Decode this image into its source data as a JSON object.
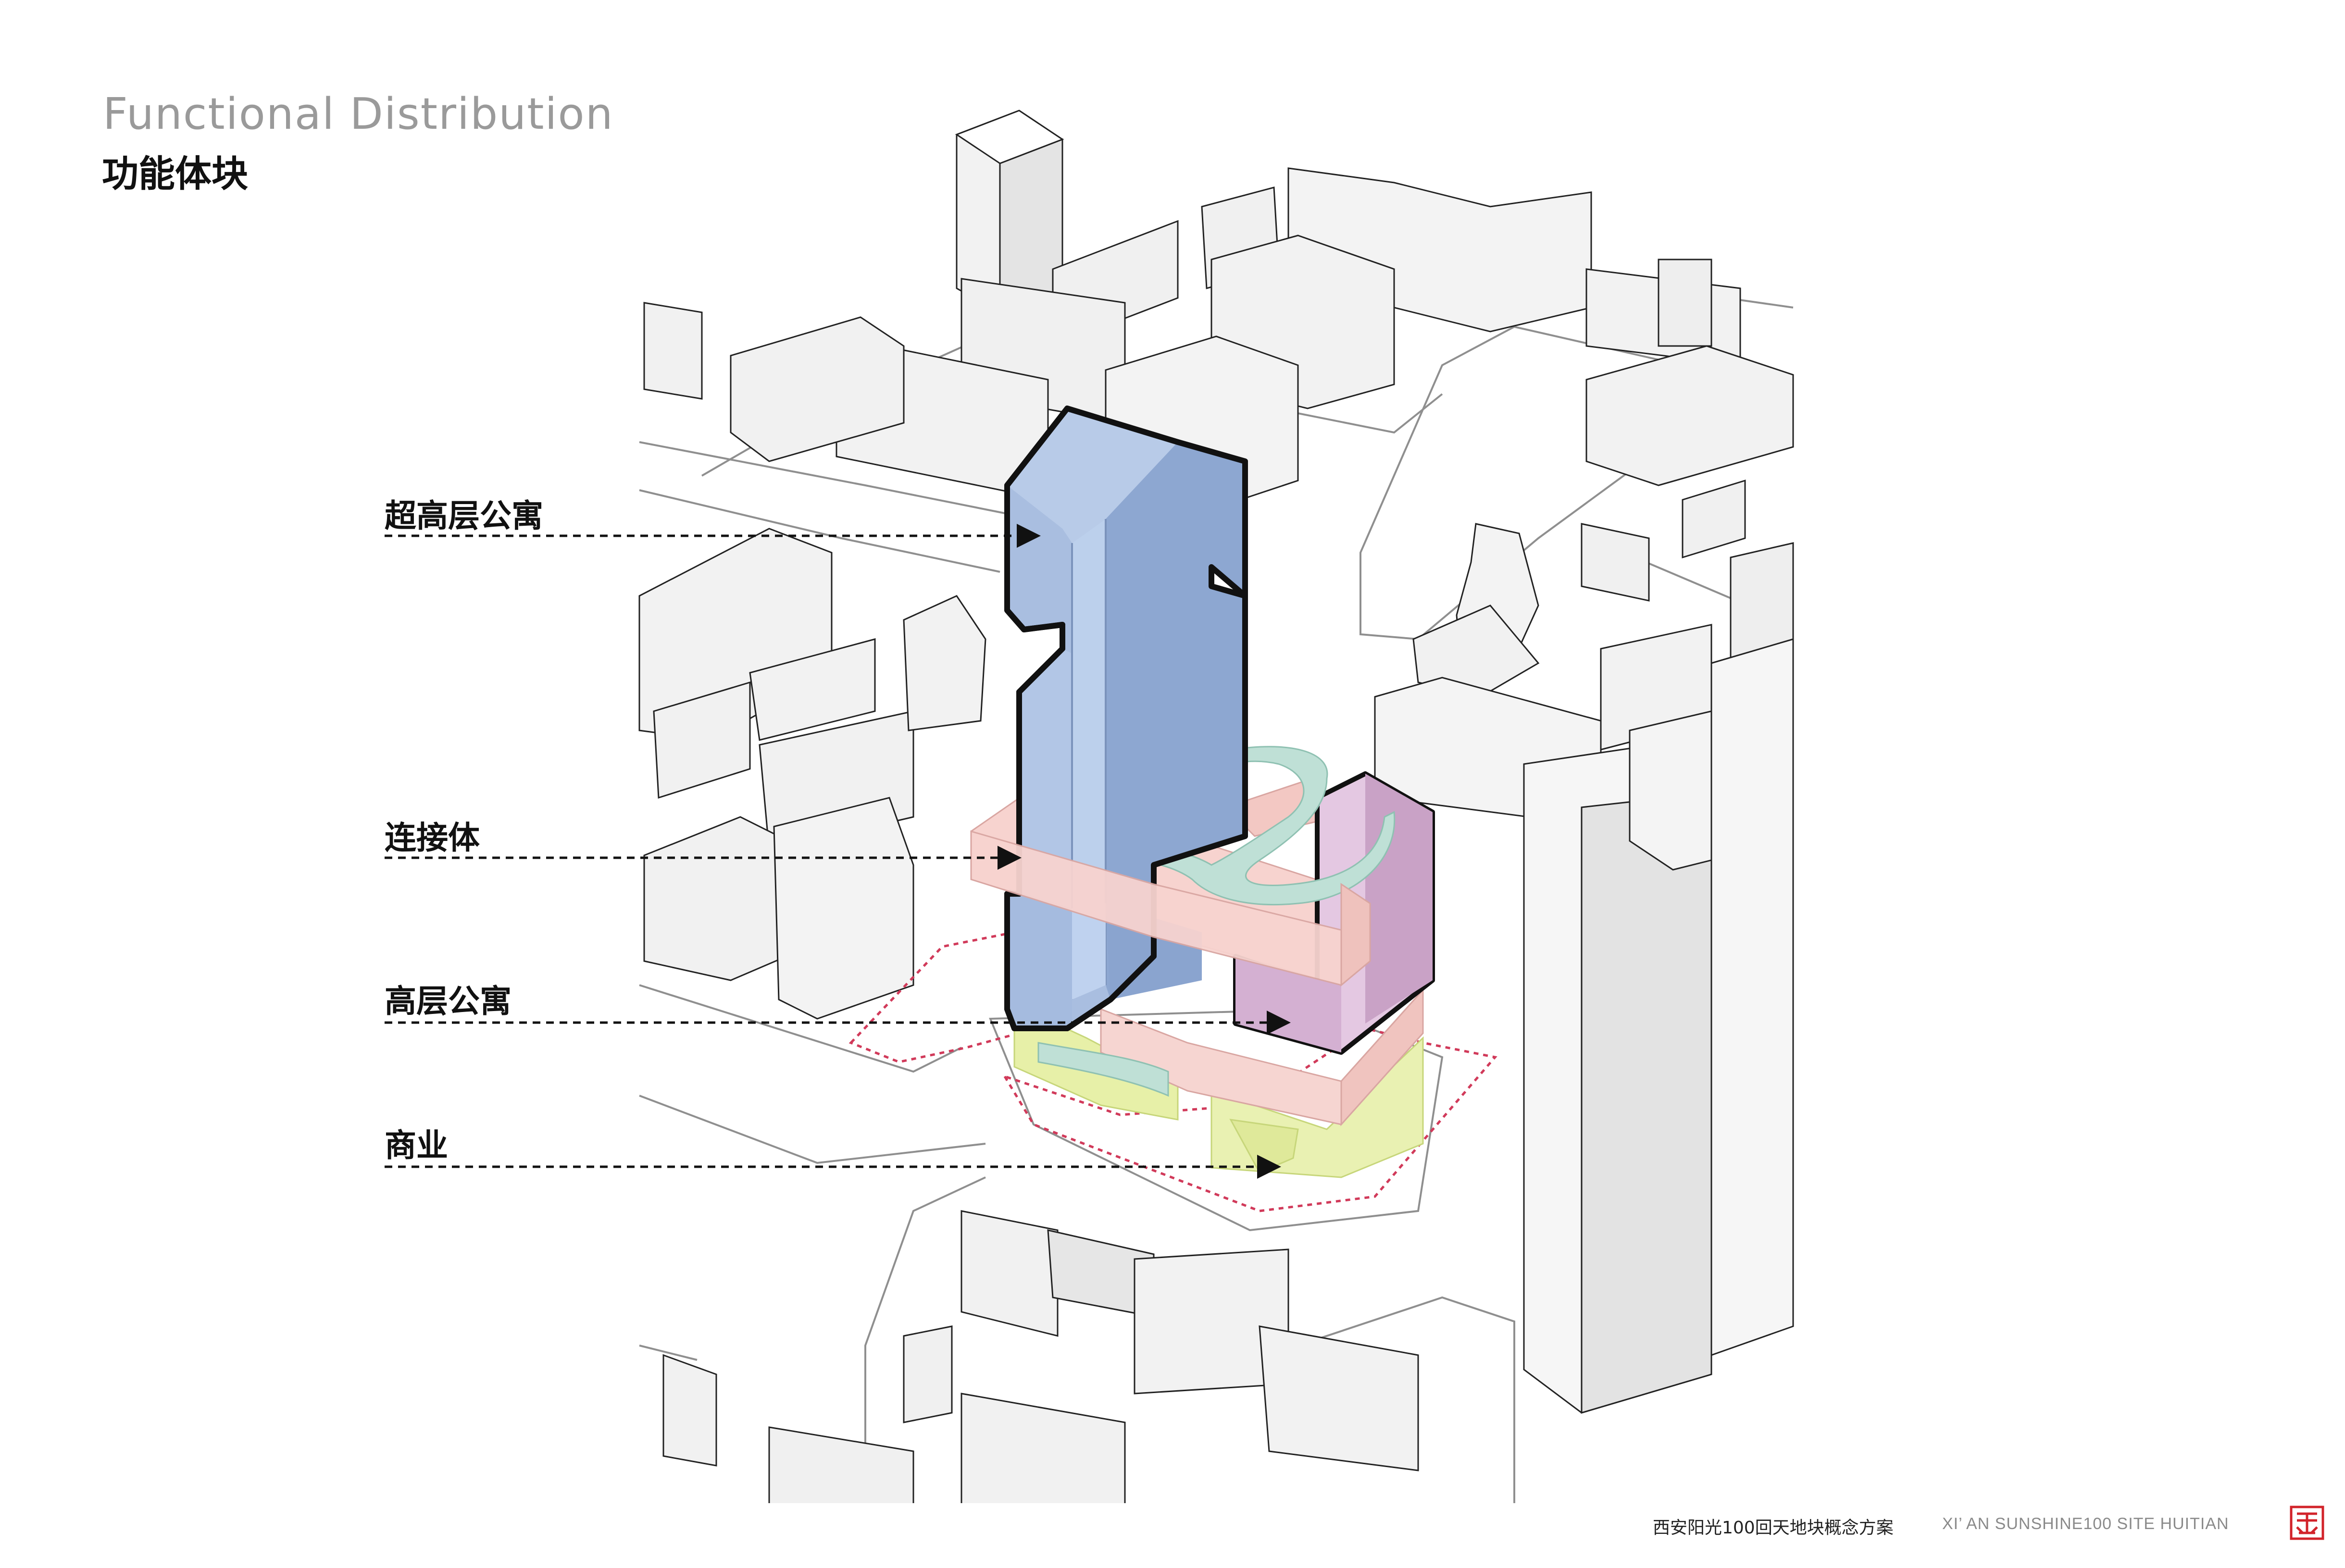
{
  "header": {
    "title_en": "Functional Distribution",
    "title_cn": "功能体块"
  },
  "callouts": {
    "super_highrise": "超高层公寓",
    "connector": "连接体",
    "highrise": "高层公寓",
    "commercial": "商业"
  },
  "footer": {
    "project_cn": "西安阳光100回天地块概念方案",
    "project_en": "XI’ AN SUNSHINE100 SITE HUITIAN"
  },
  "logo": {
    "icon": "seal-logo",
    "color": "#d2232a"
  },
  "colors": {
    "super_highrise": "#9fb5d8",
    "connector": "#f4cfcb",
    "highrise": "#cfa8cf",
    "commercial": "#e7f0a8",
    "walkway": "#bfe0d6",
    "site_boundary": "#d13a5a"
  }
}
